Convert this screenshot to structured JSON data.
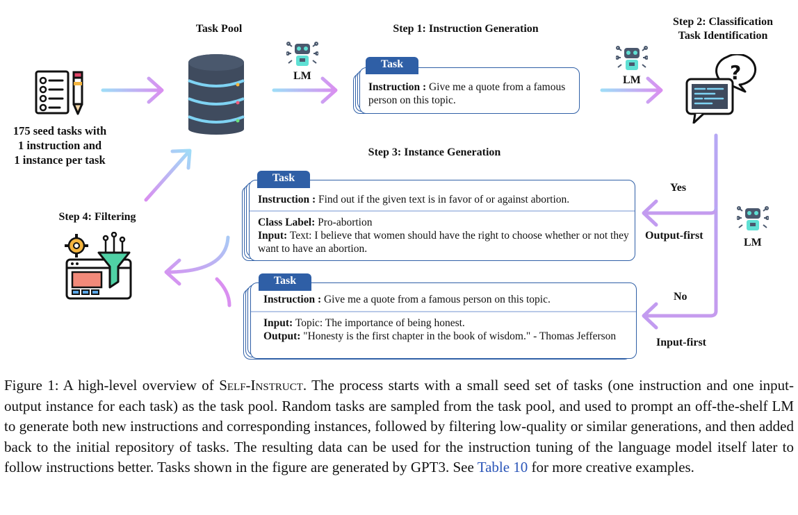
{
  "labels": {
    "task_pool": "Task Pool",
    "step1": "Step 1: Instruction Generation",
    "step2_line1": "Step 2: Classification",
    "step2_line2": "Task Identification",
    "step3": "Step 3: Instance Generation",
    "step4": "Step 4: Filtering",
    "lm": "LM",
    "yes": "Yes",
    "no": "No",
    "output_first": "Output-first",
    "input_first": "Input-first"
  },
  "seed": {
    "line1": "175 seed tasks with",
    "line2": "1 instruction and",
    "line3": "1 instance per task"
  },
  "card1": {
    "tab": "Task",
    "instruction_label": "Instruction :",
    "instruction_text": "Give me a quote from a famous person on this topic."
  },
  "card2": {
    "tab": "Task",
    "instruction_label": "Instruction :",
    "instruction_text": "Find out if the given text is in favor of or against abortion.",
    "class_label": "Class Label:",
    "class_value": "Pro-abortion",
    "input_label": "Input:",
    "input_text": "Text: I believe that women should have the right to choose whether or not they want to have an abortion."
  },
  "card3": {
    "tab": "Task",
    "instruction_label": "Instruction :",
    "instruction_text": "Give me a quote from a famous person on this topic.",
    "input_label": "Input:",
    "input_text": "Topic: The importance of being honest.",
    "output_label": "Output:",
    "output_text": "\"Honesty is the first chapter in the book of wisdom.\" - Thomas Jefferson"
  },
  "caption": {
    "fig_label": "Figure 1: A high-level overview of ",
    "name_sc": "Self-Instruct",
    "body": ". The process starts with a small seed set of tasks (one instruction and one input-output instance for each task) as the task pool. Random tasks are sampled from the task pool, and used to prompt an off-the-shelf LM to generate both new instructions and corresponding instances, followed by filtering low-quality or similar generations, and then added back to the initial repository of tasks. The resulting data can be used for the instruction tuning of the language model itself later to follow instructions better. Tasks shown in the figure are generated by GPT3. See ",
    "link": "Table 10",
    "end": " for more creative examples."
  },
  "icons": {
    "seed": "checklist-icon",
    "pool": "database-icon",
    "lm": "robot-icon",
    "classify": "question-chat-icon",
    "filter": "funnel-filter-icon"
  },
  "colors": {
    "card_border": "#2f5fa6",
    "tab_fill": "#2f5fa6",
    "arrow_start": "#8ed3f5",
    "arrow_end": "#d88ee8",
    "link": "#2a55b8"
  }
}
